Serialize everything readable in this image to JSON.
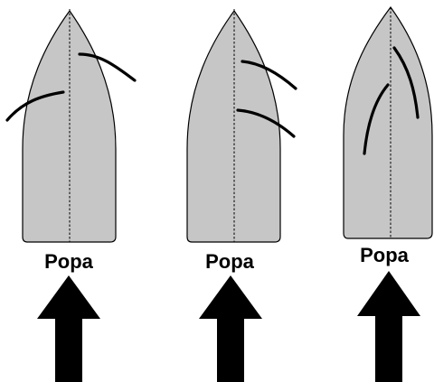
{
  "colors": {
    "hull_fill": "#c6c6c6",
    "outline": "#000000",
    "background": "#ffffff"
  },
  "diagram": {
    "boats": [
      {
        "label": "Popa",
        "icon": "arrow-up-icon"
      },
      {
        "label": "Popa",
        "icon": "arrow-up-icon"
      },
      {
        "label": "Popa",
        "icon": "arrow-up-icon"
      }
    ]
  }
}
